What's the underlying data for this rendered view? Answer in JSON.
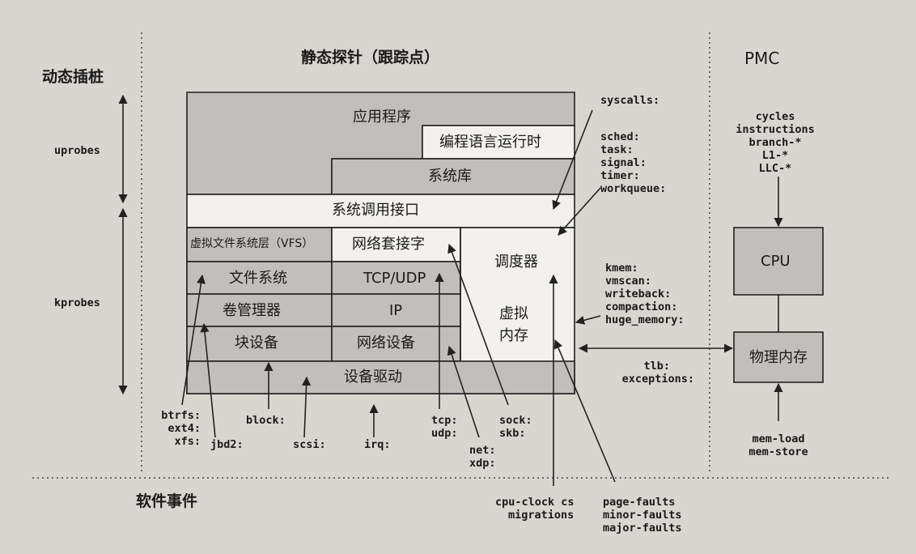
{
  "colors": {
    "background": "#d9d6d2",
    "shaded_box": "#c2bebb",
    "light_box": "#f3f1ee",
    "line": "#222222"
  },
  "headings": {
    "dynamic": "动态插桩",
    "static": "静态探针（跟踪点）",
    "pmc": "PMC",
    "software_events": "软件事件"
  },
  "dynamic_probes": {
    "uprobes": "uprobes",
    "kprobes": "kprobes"
  },
  "layers": {
    "app": "应用程序",
    "runtime": "编程语言运行时",
    "syslib": "系统库",
    "syscall_if": "系统调用接口",
    "vfs": "虚拟文件系统层（VFS）",
    "socket": "网络套接字",
    "scheduler": "调度器",
    "filesystem": "文件系统",
    "tcpudp": "TCP/UDP",
    "volume": "卷管理器",
    "ip": "IP",
    "vm_line1": "虚拟",
    "vm_line2": "内存",
    "blockdev": "块设备",
    "netdev": "网络设备",
    "driver": "设备驱动"
  },
  "tracepoints": {
    "syscalls": "syscalls:",
    "sched_group": [
      "sched:",
      "task:",
      "signal:",
      "timer:",
      "workqueue:"
    ],
    "mm_group": [
      "kmem:",
      "vmscan:",
      "writeback:",
      "compaction:",
      "huge_memory:"
    ],
    "tlb_group": [
      "tlb:",
      "exceptions:"
    ],
    "fs_group": [
      "btrfs:",
      "ext4:",
      "xfs:"
    ],
    "jbd2": "jbd2:",
    "block": "block:",
    "scsi": "scsi:",
    "irq": "irq:",
    "tcp_group": [
      "tcp:",
      "udp:"
    ],
    "net_group": [
      "net:",
      "xdp:"
    ],
    "sock_group": [
      "sock:",
      "skb:"
    ]
  },
  "pmc": {
    "counters": [
      "cycles",
      "instructions",
      "branch-*",
      "L1-*",
      "LLC-*"
    ],
    "cpu": "CPU",
    "physmem": "物理内存",
    "mem_events": [
      "mem-load",
      "mem-store"
    ]
  },
  "software_events": {
    "cpu_group": [
      "cpu-clock cs",
      "migrations"
    ],
    "fault_group": [
      "page-faults",
      "minor-faults",
      "major-faults"
    ]
  }
}
